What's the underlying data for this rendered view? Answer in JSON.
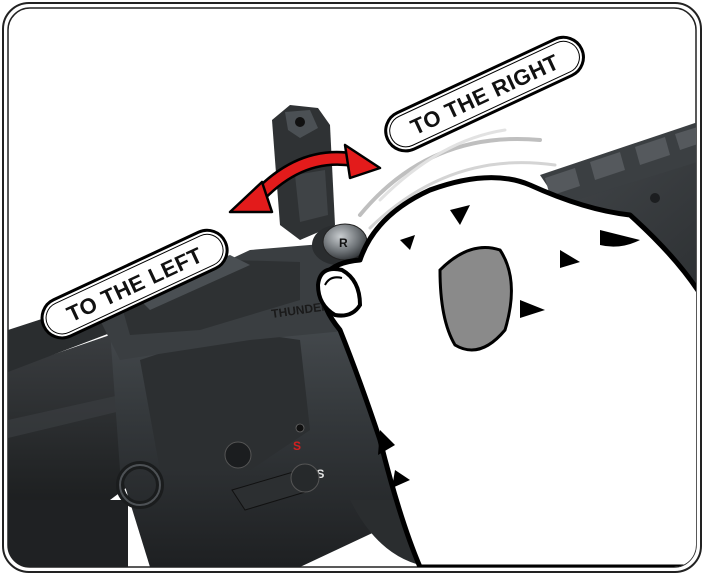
{
  "callouts": {
    "left_label": "TO THE LEFT",
    "right_label": "TO THE RIGHT"
  },
  "markings": {
    "knob_letter": "R",
    "selector_red": "S",
    "selector_white": ".S",
    "receiver_engraving": "THUNDER"
  },
  "colors": {
    "arrow": "#e31b1b",
    "metal_dark": "#2b2e30",
    "metal_mid": "#3d4144",
    "metal_light": "#5a5f63",
    "hand_outline": "#000000",
    "frame_border": "#222222"
  }
}
